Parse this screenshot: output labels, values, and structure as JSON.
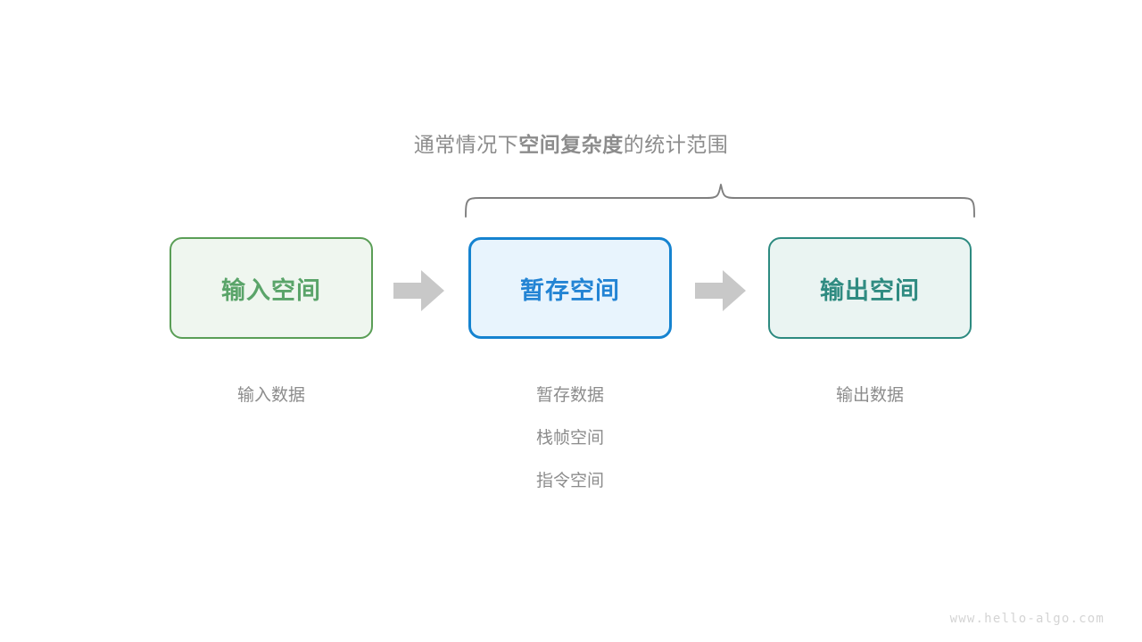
{
  "diagram": {
    "title": {
      "prefix": "通常情况下",
      "emphasis": "空间复杂度",
      "suffix": "的统计范围"
    },
    "brace": {
      "name": "scope-brace",
      "covers": [
        "暂存空间",
        "输出空间"
      ]
    },
    "stages": [
      {
        "id": "input",
        "label": "输入空间",
        "border_color": "#5a9e56",
        "fill_color": "#eff6ef",
        "text_color": "#5aa469",
        "captions": [
          "输入数据"
        ]
      },
      {
        "id": "temp",
        "label": "暂存空间",
        "border_color": "#1583d0",
        "fill_color": "#e8f4fd",
        "text_color": "#2384d4",
        "captions": [
          "暂存数据",
          "栈帧空间",
          "指令空间"
        ]
      },
      {
        "id": "output",
        "label": "输出空间",
        "border_color": "#2d8a80",
        "fill_color": "#eaf4f2",
        "text_color": "#2f8b81",
        "captions": [
          "输出数据"
        ]
      }
    ],
    "arrows": [
      {
        "id": "arrow-input-to-temp",
        "color": "#c8c8c8",
        "direction": "right"
      },
      {
        "id": "arrow-temp-to-output",
        "color": "#c8c8c8",
        "direction": "right"
      }
    ],
    "watermark": "www.hello-algo.com",
    "colors": {
      "background": "#ffffff",
      "muted_text": "#8c8c8c",
      "brace_stroke": "#7f7f7f",
      "arrow_fill": "#c8c8c8",
      "watermark_text": "#d4d4d4"
    }
  }
}
